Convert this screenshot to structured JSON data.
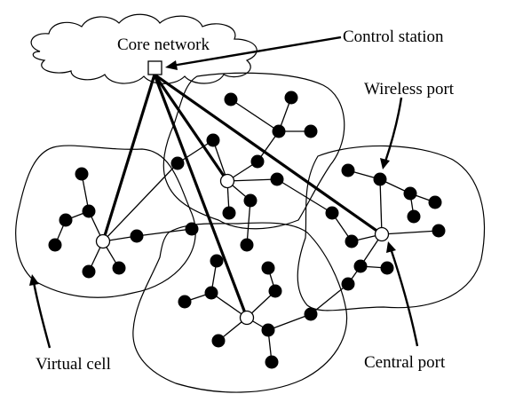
{
  "labels": {
    "core_network": "Core network",
    "control_station": "Control station",
    "wireless_port": "Wireless port",
    "virtual_cell": "Virtual cell",
    "central_port": "Central port"
  },
  "colors": {
    "line": "#000000",
    "central_port_fill": "#ffffff",
    "wireless_port_fill": "#000000"
  }
}
